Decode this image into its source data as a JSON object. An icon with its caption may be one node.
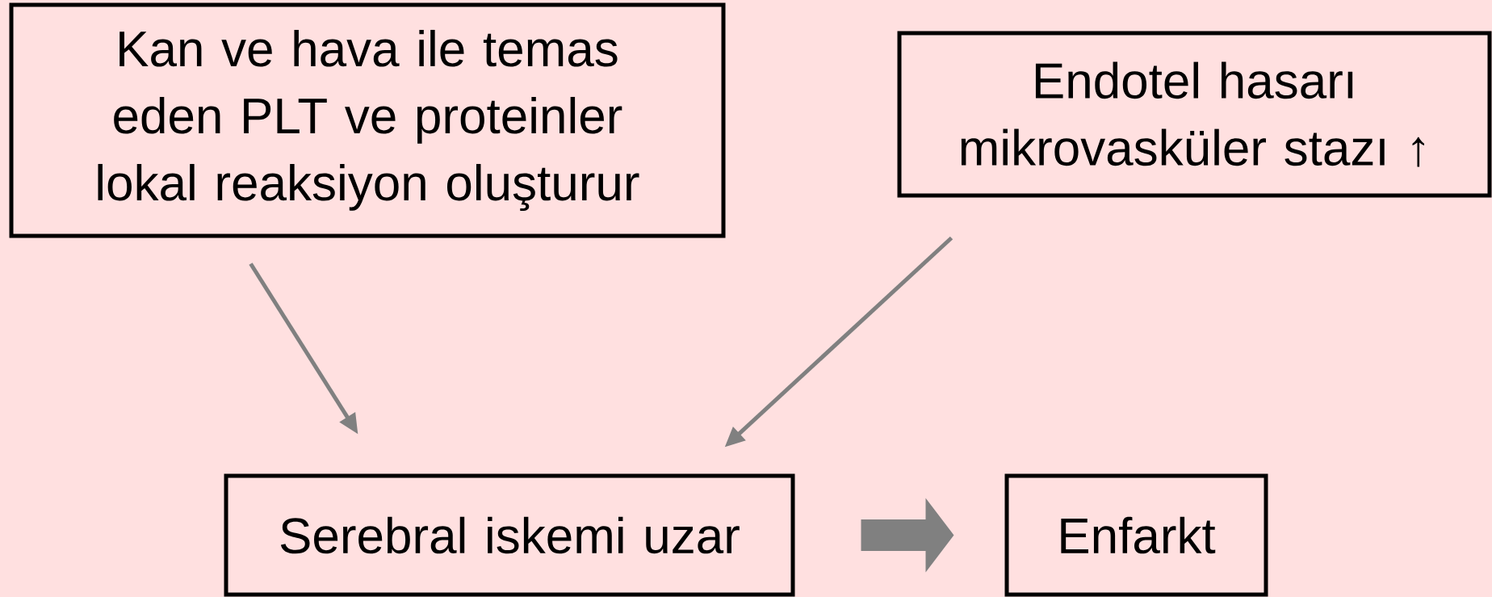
{
  "diagram": {
    "nodes": [
      {
        "text": [
          "Kan ve hava ile temas eden PLT ve proteinler lokal reaksiyon oluşturur"
        ]
      },
      {
        "text": [
          "Endotel hasarı mikrovasküler stazı ↑"
        ]
      },
      {
        "text": [
          "Serebral iskemi uzar"
        ]
      },
      {
        "text": [
          "Enfarkt"
        ]
      }
    ],
    "edges": [
      {
        "from": 0,
        "to": 2,
        "arrow": "to"
      },
      {
        "from": 1,
        "to": 2,
        "arrow": "to"
      },
      {
        "from": 2,
        "to": 3,
        "arrow": "to",
        "style": "thick"
      }
    ]
  }
}
